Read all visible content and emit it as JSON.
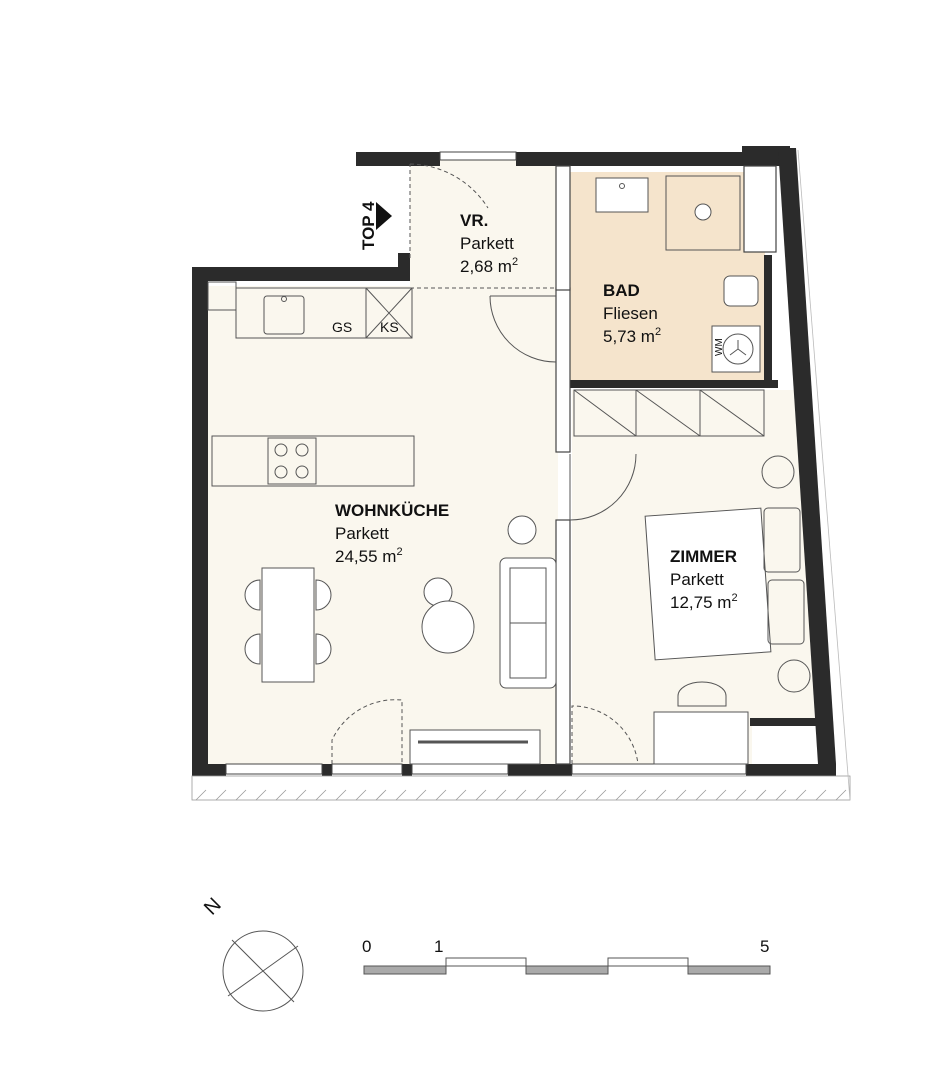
{
  "unit": {
    "label": "TOP 4"
  },
  "rooms": {
    "vorraum": {
      "name": "VR.",
      "floor": "Parkett",
      "area": "2,68 m",
      "sup": "2"
    },
    "bad": {
      "name": "BAD",
      "floor": "Fliesen",
      "area": "5,73 m",
      "sup": "2"
    },
    "wohnkueche": {
      "name": "WOHNKÜCHE",
      "floor": "Parkett",
      "area": "24,55 m",
      "sup": "2"
    },
    "zimmer": {
      "name": "ZIMMER",
      "floor": "Parkett",
      "area": "12,75 m",
      "sup": "2"
    }
  },
  "fixtures": {
    "gs": "GS",
    "ks": "KS",
    "wm": "WM"
  },
  "compass": {
    "north": "N"
  },
  "scale_bar": {
    "labels": [
      "0",
      "1",
      "5"
    ]
  },
  "colors": {
    "wall": "#2b2b2b",
    "floor": "#faf7ee",
    "bath": "#f5e4cc",
    "line": "#555555"
  }
}
